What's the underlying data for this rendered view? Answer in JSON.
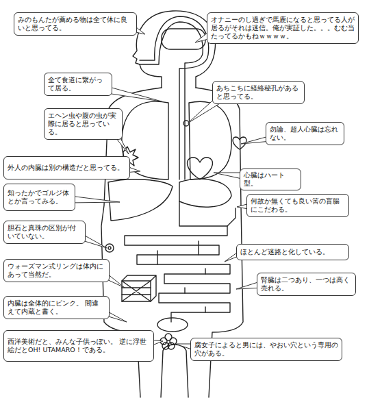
{
  "diagram": {
    "nodes": [
      {
        "text": [
          "みのもんたが薦める物は全て体に良いと思ってる。"
        ]
      },
      {
        "text": [
          "オナニーのし過ぎで馬鹿になると思ってる人が居るがそれは迷信。俺が実証した。。。むむ当たってるかもねｗｗｗｗ。"
        ]
      },
      {
        "text": [
          "全て食道に繋がって居る。"
        ]
      },
      {
        "text": [
          "あちこちに経絡秘孔があると思ってる。"
        ]
      },
      {
        "text": [
          "エヘン虫や腹の虫が実際に居ると思っている。"
        ]
      },
      {
        "text": [
          "勿論、超人心臓は忘れない。"
        ]
      },
      {
        "text": [
          "外人の内臓は別の構造だと思ってる。"
        ]
      },
      {
        "text": [
          "心臓はハート型。"
        ]
      },
      {
        "text": [
          "知ったかでゴルジ体とか言ってみる。"
        ]
      },
      {
        "text": [
          "何故か無くても良い筈の盲腸にこだわる。"
        ]
      },
      {
        "text": [
          "胆石と真珠の区別が付いていない。"
        ]
      },
      {
        "text": [
          "ほとんど迷路と化している。"
        ]
      },
      {
        "text": [
          "ウォーズマン式リングは体内にあって当然だ。"
        ]
      },
      {
        "text": [
          "腎臓は二つあり、一つは高く売れる。"
        ]
      },
      {
        "text": [
          "内臓は全体的にピンク。 間違えて内蔵と書く。"
        ]
      },
      {
        "text": [
          "西洋美術だと、みんな子供っぽい。 逆に浮世絵だとOH! UTAMARO！である。"
        ]
      },
      {
        "text": [
          "腐女子によると男には、やおい穴という専用の穴がある。"
        ]
      }
    ]
  }
}
